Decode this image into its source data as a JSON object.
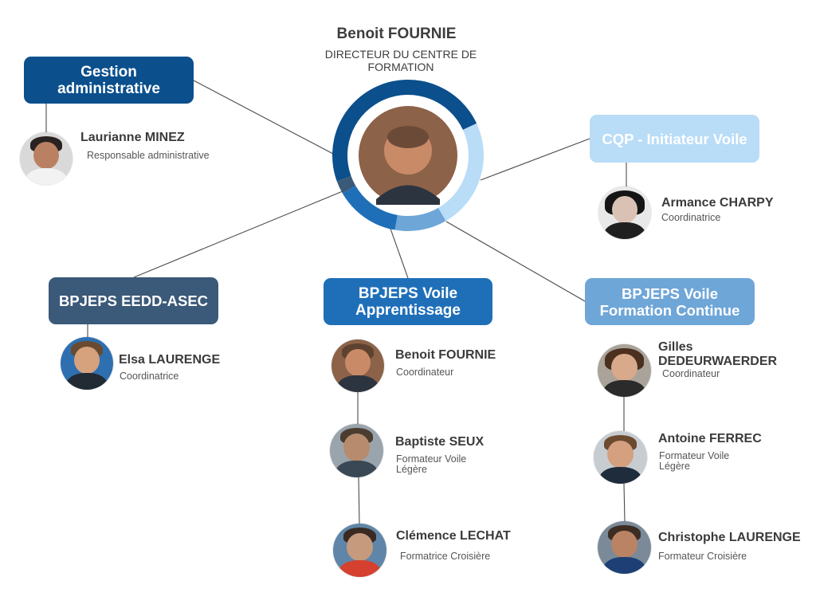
{
  "director": {
    "name": "Benoit FOURNIE",
    "role": "DIRECTEUR DU CENTRE DE\nFORMATION"
  },
  "ring_colors": [
    "#0b4f8c",
    "#b9dcf7",
    "#6ea6d8",
    "#1f6fb8",
    "#3b5978"
  ],
  "departments": [
    {
      "id": "gestion",
      "label": "Gestion\nadministrative",
      "color": "#0b4f8c",
      "text_color": "#ffffff"
    },
    {
      "id": "cqp",
      "label": "CQP - Initiateur Voile",
      "color": "#b9dcf7",
      "text_color": "#ffffff"
    },
    {
      "id": "eedd",
      "label": "BPJEPS EEDD-ASEC",
      "color": "#3b5978",
      "text_color": "#ffffff"
    },
    {
      "id": "voile-app",
      "label": "BPJEPS Voile\nApprentissage",
      "color": "#1f6fb8",
      "text_color": "#ffffff"
    },
    {
      "id": "voile-fc",
      "label": "BPJEPS Voile\nFormation Continue",
      "color": "#6ea6d8",
      "text_color": "#ffffff"
    }
  ],
  "people": [
    {
      "id": "laurianne",
      "name": "Laurianne MINEZ",
      "role": "Responsable administrative",
      "avatar": "person-photo-icon"
    },
    {
      "id": "armance",
      "name": "Armance CHARPY",
      "role": "Coordinatrice",
      "avatar": "person-photo-icon"
    },
    {
      "id": "elsa",
      "name": "Elsa LAURENGE",
      "role": "Coordinatrice",
      "avatar": "person-photo-icon"
    },
    {
      "id": "benoit",
      "name": "Benoit FOURNIE",
      "role": "Coordinateur",
      "avatar": "person-photo-icon"
    },
    {
      "id": "baptiste",
      "name": "Baptiste SEUX",
      "role": "Formateur Voile\nLégère",
      "avatar": "person-photo-icon"
    },
    {
      "id": "clemence",
      "name": "Clémence LECHAT",
      "role": "Formatrice Croisière",
      "avatar": "person-photo-icon"
    },
    {
      "id": "gilles",
      "name": "Gilles\nDEDEURWAERDER",
      "role": "Coordinateur",
      "avatar": "person-photo-icon"
    },
    {
      "id": "antoine",
      "name": "Antoine FERREC",
      "role": "Formateur Voile\nLégère",
      "avatar": "person-photo-icon"
    },
    {
      "id": "christophe",
      "name": "Christophe LAURENGE",
      "role": "Formateur Croisière",
      "avatar": "person-photo-icon"
    }
  ]
}
